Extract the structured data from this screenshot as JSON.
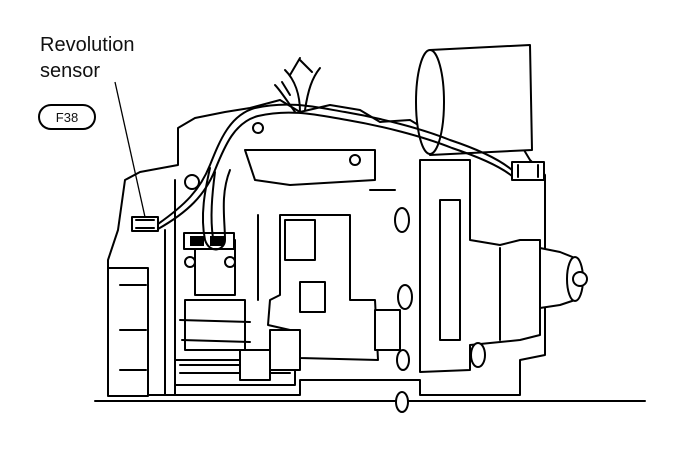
{
  "callout": {
    "label_line1": "Revolution",
    "label_line2": "sensor",
    "connector_code": "F38"
  }
}
